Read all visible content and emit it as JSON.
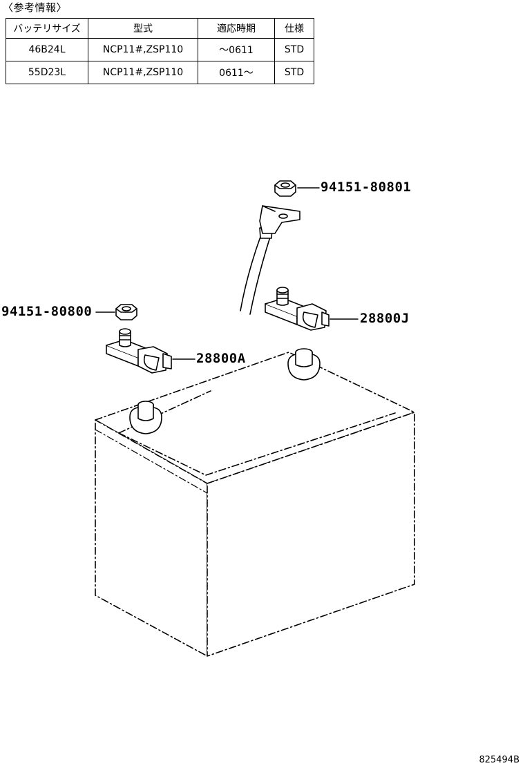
{
  "reference": {
    "heading": "〈参考情報〉",
    "headers": [
      "バッテリサイズ",
      "型式",
      "適応時期",
      "仕様"
    ],
    "rows": [
      [
        "46B24L",
        "NCP11#,ZSP110",
        "～0611",
        "STD"
      ],
      [
        "55D23L",
        "NCP11#,ZSP110",
        "0611～",
        "STD"
      ]
    ]
  },
  "parts": {
    "nut_top": "94151-80801",
    "nut_left": "94151-80800",
    "terminal_right": "28800J",
    "terminal_left": "28800A"
  },
  "diagram_id": "825494B"
}
